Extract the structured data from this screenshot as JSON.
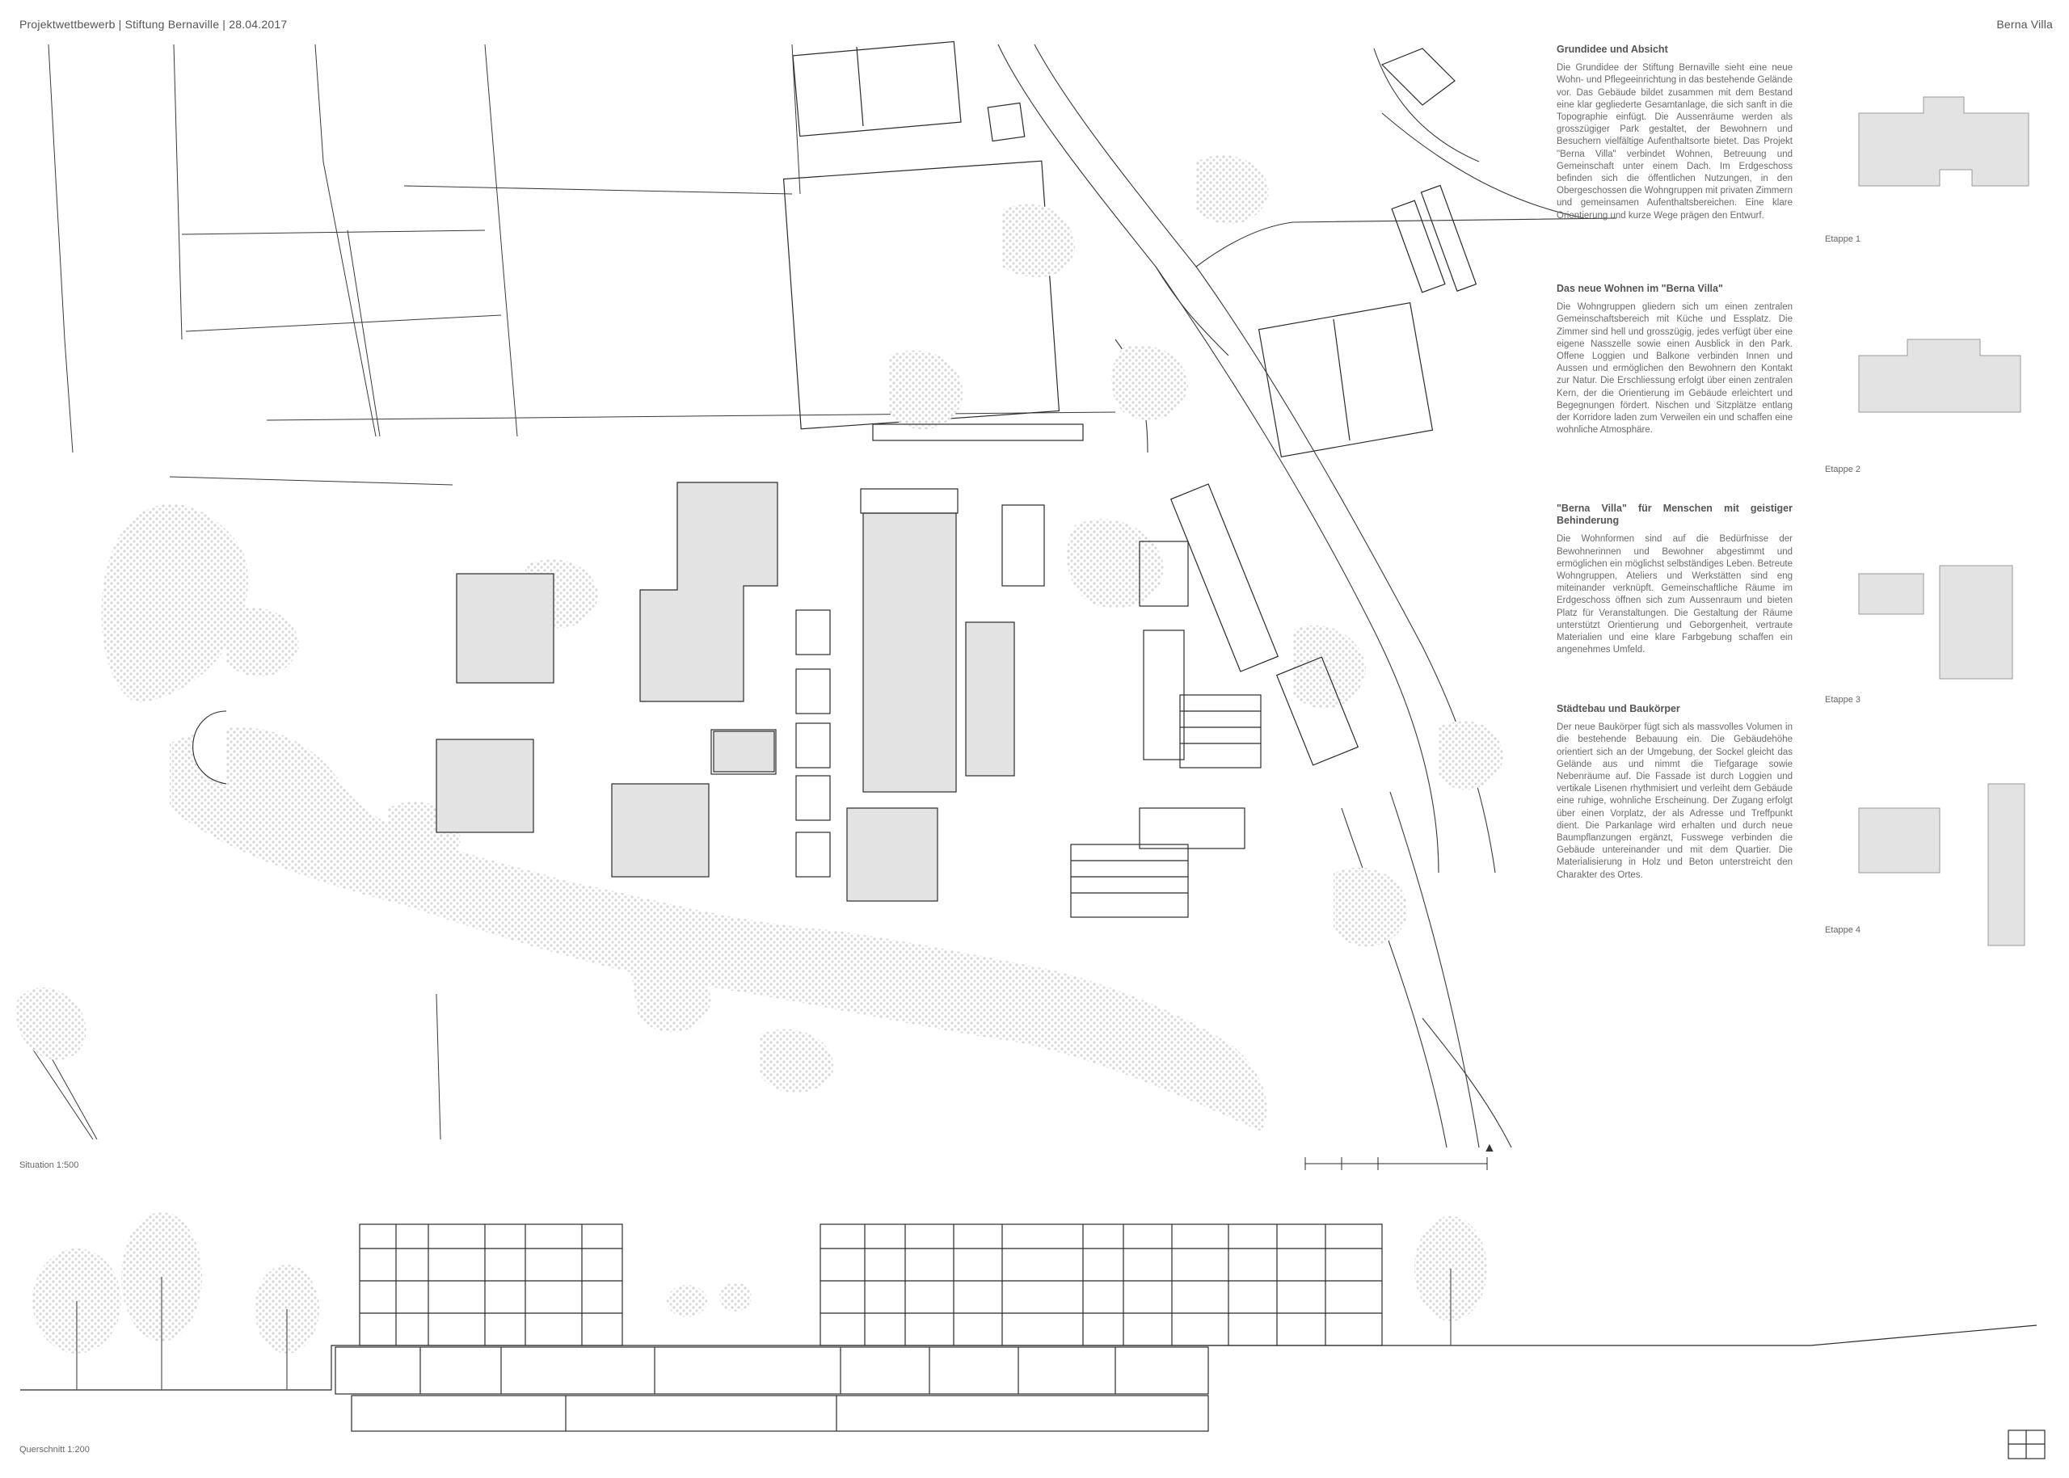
{
  "header": {
    "left": "Projektwettbewerb | Stiftung Bernaville | 28.04.2017",
    "right": "Berna Villa"
  },
  "text_sections": [
    {
      "title": "Grundidee und Absicht",
      "body": "Die Grundidee der Stiftung Bernaville sieht eine neue Wohn- und Pflegeeinrichtung in das bestehende Gelände vor. Das Gebäude bildet zusammen mit dem Bestand eine klar gegliederte Gesamtanlage, die sich sanft in die Topographie einfügt. Die Aussenräume werden als grosszügiger Park gestaltet, der Bewohnern und Besuchern vielfältige Aufenthaltsorte bietet. Das Projekt \"Berna Villa\" verbindet Wohnen, Betreuung und Gemeinschaft unter einem Dach. Im Erdgeschoss befinden sich die öffentlichen Nutzungen, in den Obergeschossen die Wohngruppen mit privaten Zimmern und gemeinsamen Aufenthaltsbereichen. Eine klare Orientierung und kurze Wege prägen den Entwurf."
    },
    {
      "title": "Das neue Wohnen im \"Berna Villa\"",
      "body": "Die Wohngruppen gliedern sich um einen zentralen Gemeinschaftsbereich mit Küche und Essplatz. Die Zimmer sind hell und grosszügig, jedes verfügt über eine eigene Nasszelle sowie einen Ausblick in den Park. Offene Loggien und Balkone verbinden Innen und Aussen und ermöglichen den Bewohnern den Kontakt zur Natur. Die Erschliessung erfolgt über einen zentralen Kern, der die Orientierung im Gebäude erleichtert und Begegnungen fördert. Nischen und Sitzplätze entlang der Korridore laden zum Verweilen ein und schaffen eine wohnliche Atmosphäre."
    },
    {
      "title": "\"Berna Villa\" für Menschen mit geistiger Behinderung",
      "body": "Die Wohnformen sind auf die Bedürfnisse der Bewohnerinnen und Bewohner abgestimmt und ermöglichen ein möglichst selbständiges Leben. Betreute Wohngruppen, Ateliers und Werkstätten sind eng miteinander verknüpft. Gemeinschaftliche Räume im Erdgeschoss öffnen sich zum Aussenraum und bieten Platz für Veranstaltungen. Die Gestaltung der Räume unterstützt Orientierung und Geborgenheit, vertraute Materialien und eine klare Farbgebung schaffen ein angenehmes Umfeld."
    },
    {
      "title": "Städtebau und Baukörper",
      "body": "Der neue Baukörper fügt sich als massvolles Volumen in die bestehende Bebauung ein. Die Gebäudehöhe orientiert sich an der Umgebung, der Sockel gleicht das Gelände aus und nimmt die Tiefgarage sowie Nebenräume auf. Die Fassade ist durch Loggien und vertikale Lisenen rhythmisiert und verleiht dem Gebäude eine ruhige, wohnliche Erscheinung. Der Zugang erfolgt über einen Vorplatz, der als Adresse und Treffpunkt dient. Die Parkanlage wird erhalten und durch neue Baumpflanzungen ergänzt, Fusswege verbinden die Gebäude untereinander und mit dem Quartier. Die Materialisierung in Holz und Beton unterstreicht den Charakter des Ortes."
    }
  ],
  "floor_plans": [
    {
      "label": "Etappe 1"
    },
    {
      "label": "Etappe 2"
    },
    {
      "label": "Etappe 3"
    },
    {
      "label": "Etappe 4"
    }
  ],
  "drawing_labels": {
    "site_plan": "Situation 1:500",
    "section": "Querschnitt 1:200"
  },
  "colors": {
    "line": "#2b2b2b",
    "building_fill": "#e3e3e3",
    "tree": "#d8d8d8",
    "text": "#6a6a6a"
  }
}
